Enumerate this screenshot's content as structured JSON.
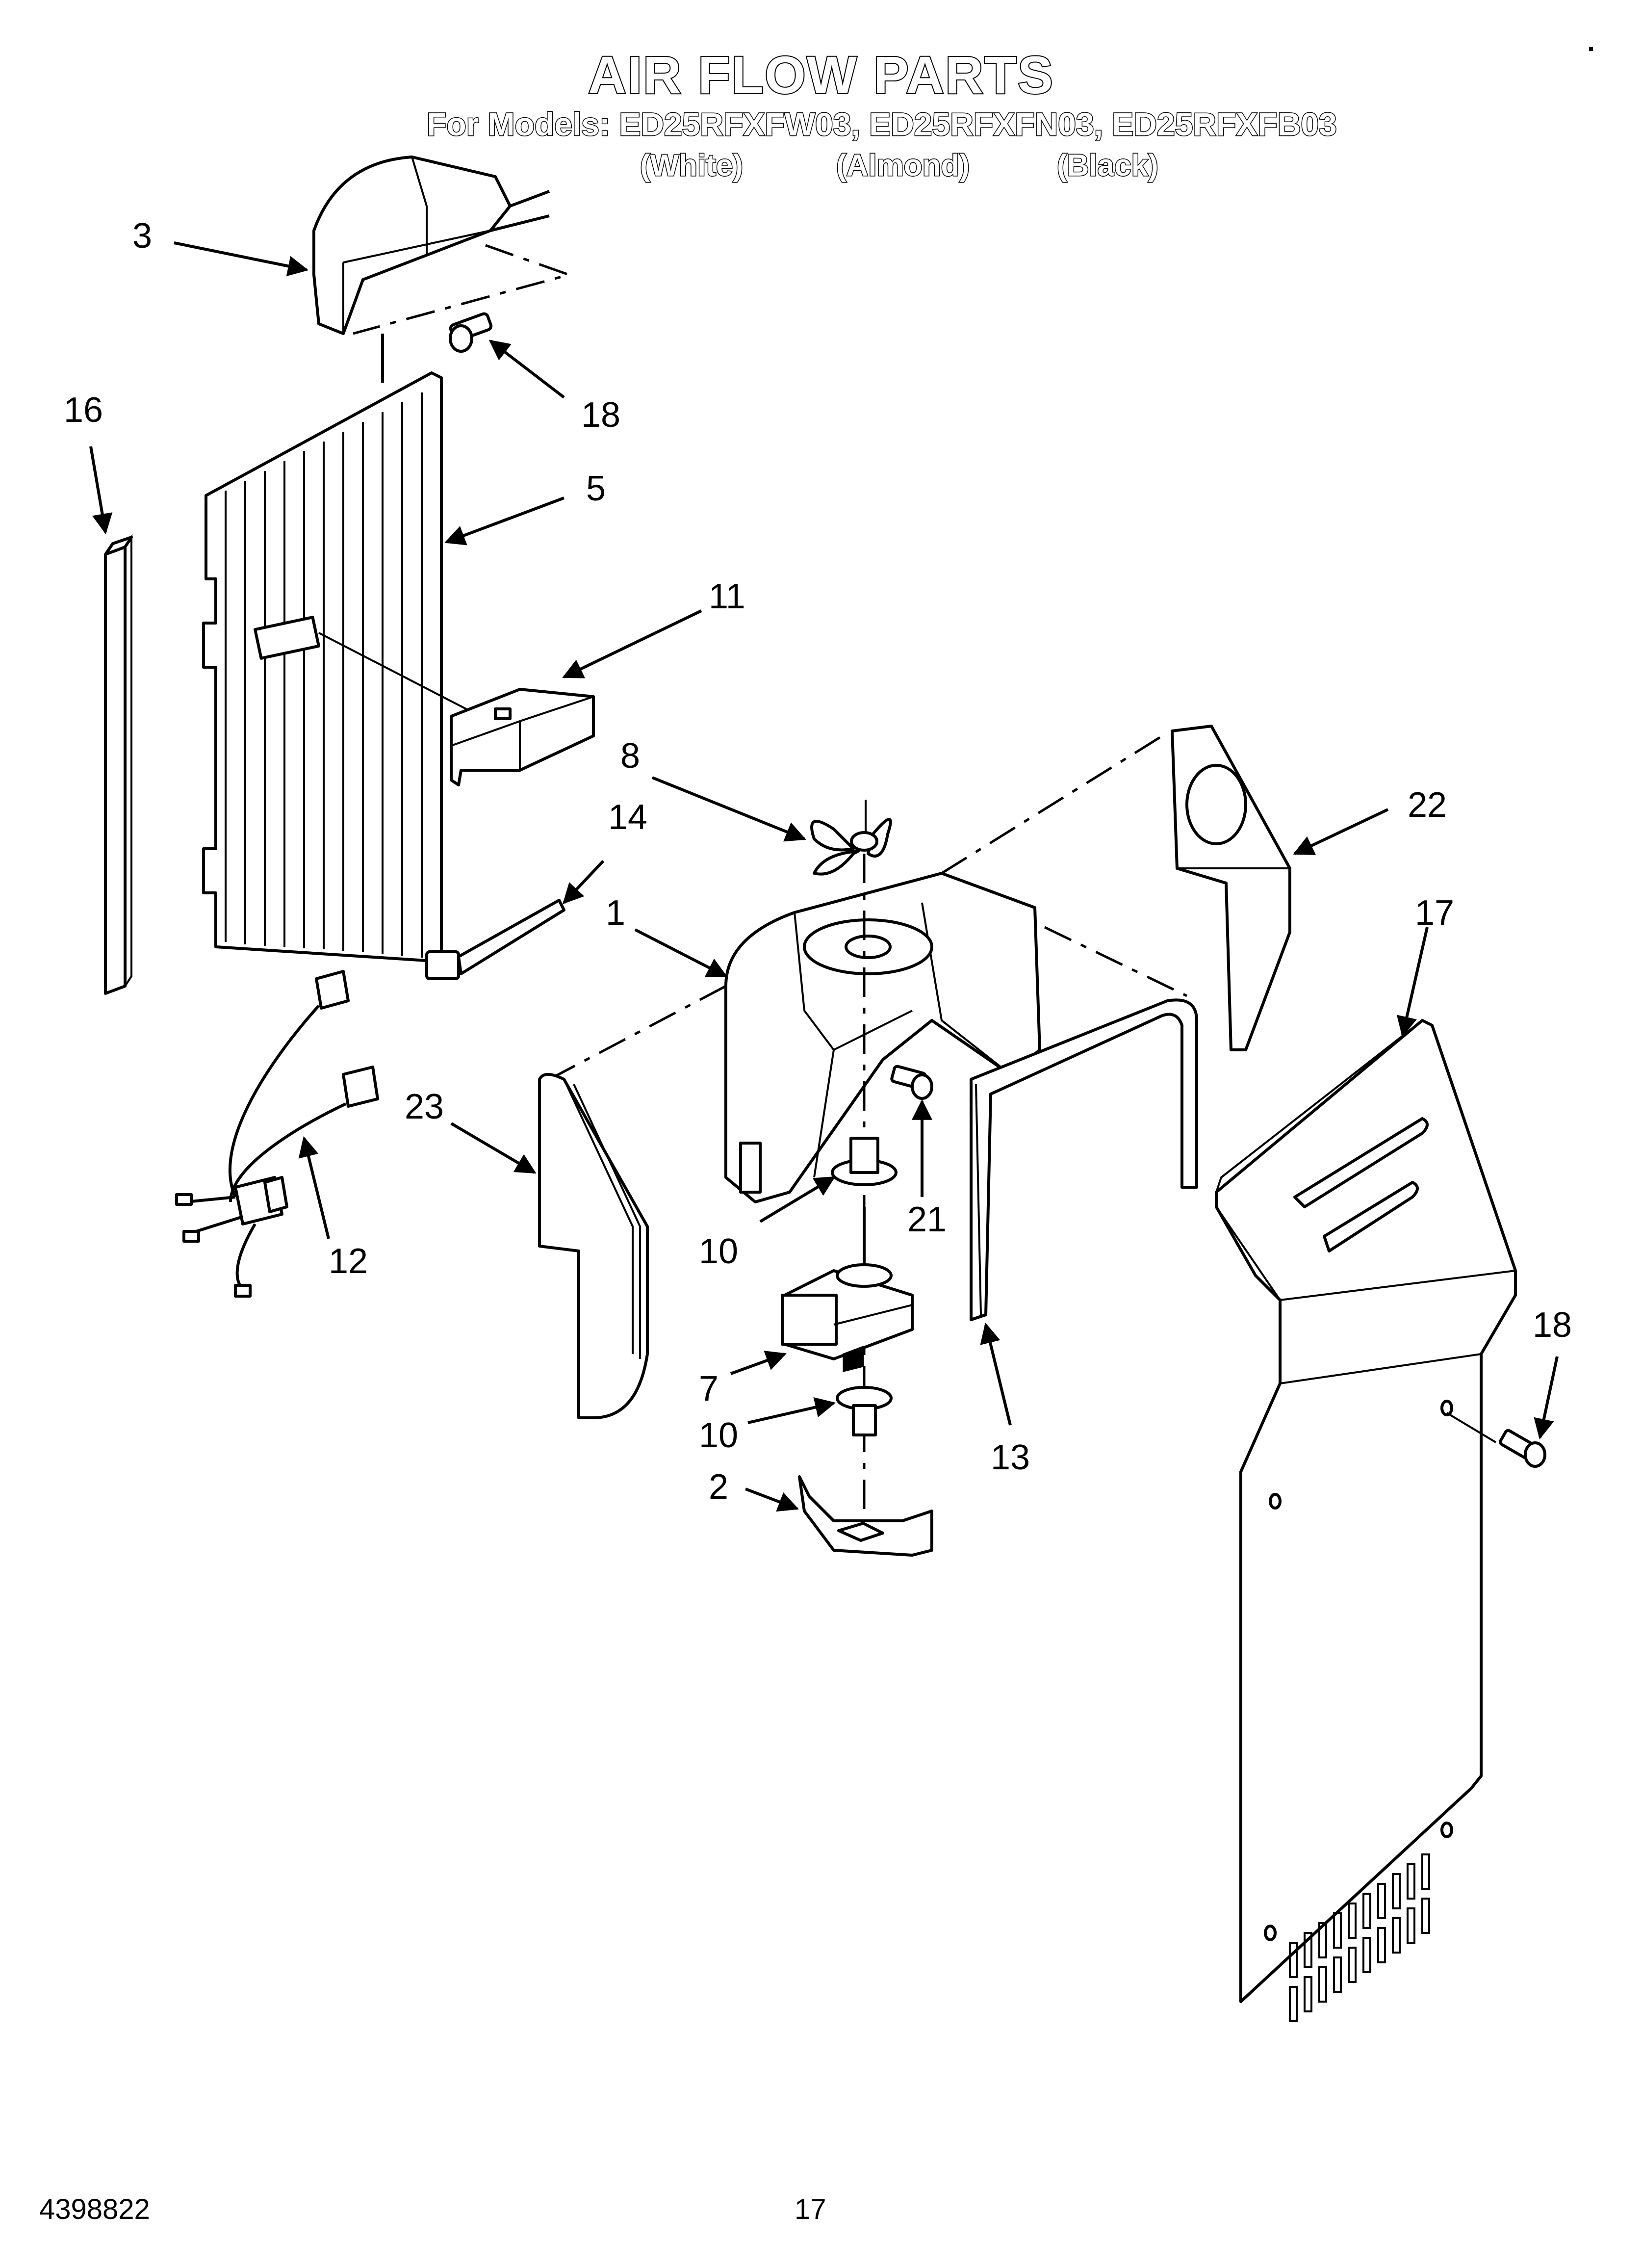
{
  "header": {
    "title": "AIR FLOW PARTS",
    "models": "For Models: ED25RFXFW03, ED25RFXFN03, ED25RFXFB03",
    "variants": [
      "(White)",
      "(Almond)",
      "(Black)"
    ]
  },
  "callouts": [
    "3",
    "18",
    "16",
    "5",
    "11",
    "8",
    "14",
    "22",
    "1",
    "17",
    "23",
    "21",
    "10",
    "12",
    "7",
    "10",
    "2",
    "13",
    "18"
  ],
  "footer": {
    "doc_number": "4398822",
    "page_number": "17"
  }
}
